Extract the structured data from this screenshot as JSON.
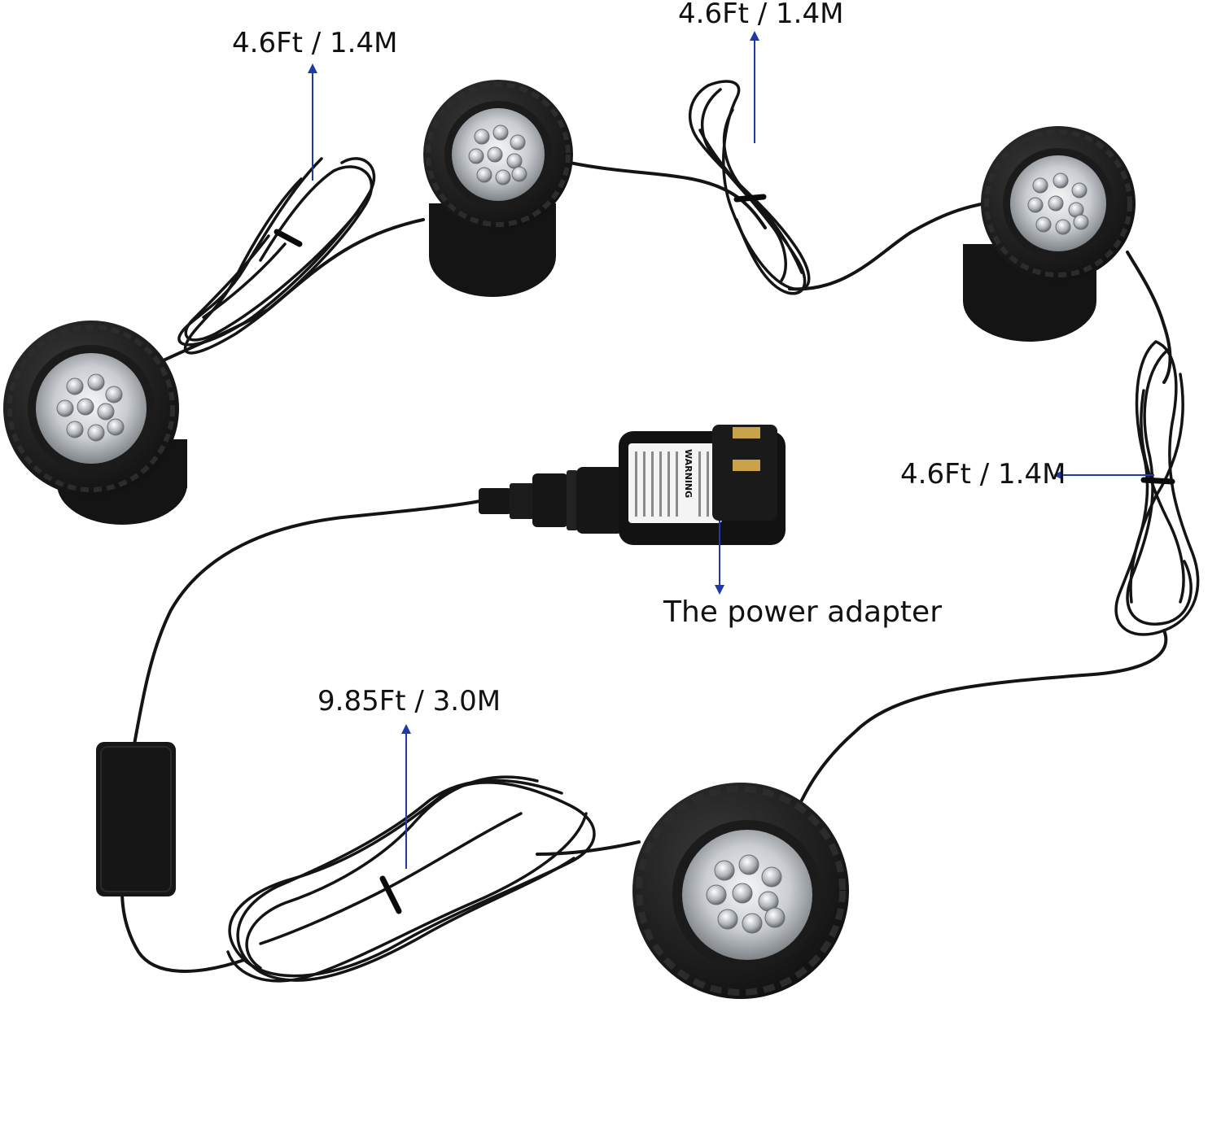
{
  "labels": {
    "cable_1": "4.6Ft / 1.4M",
    "cable_2": "4.6Ft / 1.4M",
    "cable_3": "4.6Ft / 1.4M",
    "cable_4": "9.85Ft / 3.0M",
    "adapter": "The power adapter"
  },
  "adapter_warning_text": "WARNING",
  "colors": {
    "background": "#ffffff",
    "cable": "#141414",
    "arrow": "#1f3aa8",
    "lamp_body": "#1a1a1a",
    "lens": "#d9dcdf"
  },
  "lamp_count": 4
}
